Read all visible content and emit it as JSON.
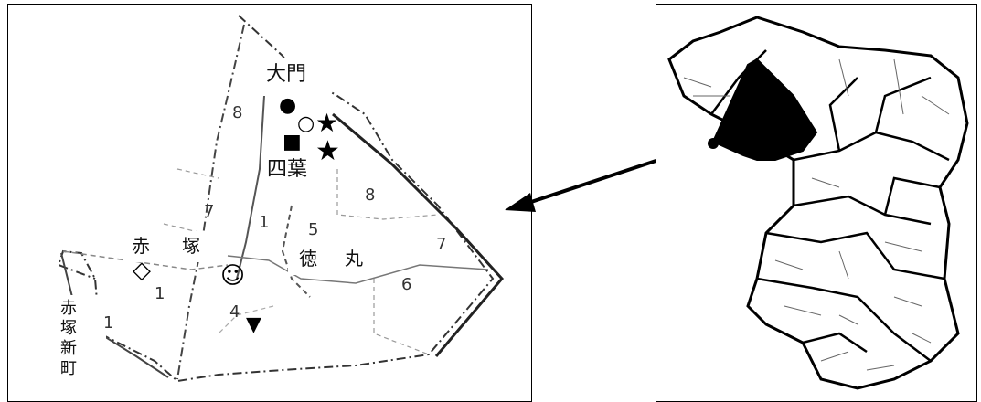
{
  "places": {
    "daimon": "大門",
    "yotsuba": "四葉",
    "akatsuka_1": "赤",
    "akatsuka_2": "塚",
    "tokumaru_1": "徳",
    "tokumaru_2": "丸",
    "akatsuka_shinmachi": [
      "赤",
      "塚",
      "新",
      "町"
    ]
  },
  "block_numbers": [
    "8",
    "7",
    "1",
    "5",
    "8",
    "7",
    "6",
    "1",
    "1",
    "4"
  ],
  "markers": {
    "filled_circle": "●",
    "open_circle": "○",
    "star": "★",
    "filled_square": "■",
    "open_diamond": "◇",
    "smiley": "☺",
    "down_triangle": "▼"
  },
  "colors": {
    "ink": "#000000",
    "faint": "#9a9a9a",
    "highlight": "#000000"
  }
}
